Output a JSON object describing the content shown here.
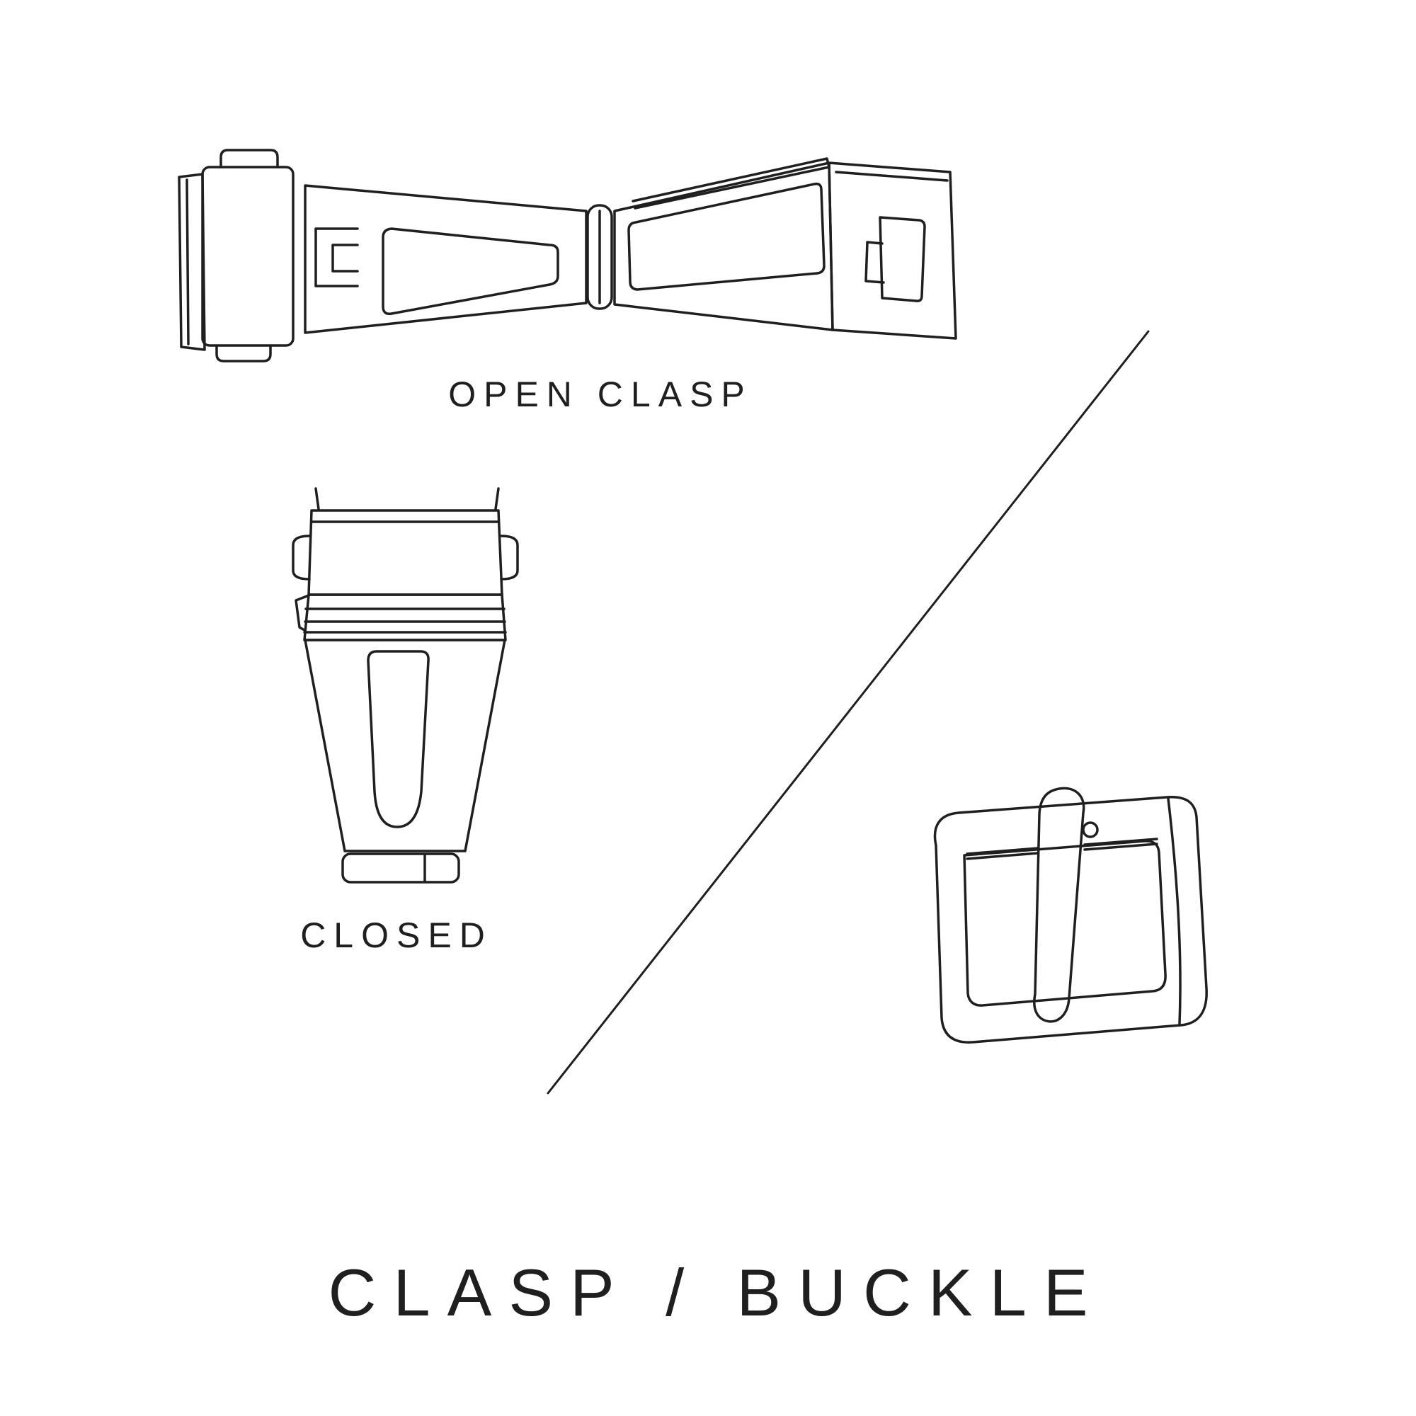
{
  "page": {
    "background_color": "#ffffff",
    "line_color": "#1f1f1f",
    "description": "Line-art diagram of watch strap closures"
  },
  "labels": {
    "open_clasp": "OPEN CLASP",
    "closed": "CLOSED",
    "title": "CLASP / BUCKLE"
  },
  "figures": {
    "open_clasp": "deployant clasp shown open (top view)",
    "closed_clasp": "deployant clasp shown closed (top view)",
    "buckle": "tang buckle with pin and tongue",
    "divider": "diagonal separator line between clasp figures and buckle figure"
  }
}
